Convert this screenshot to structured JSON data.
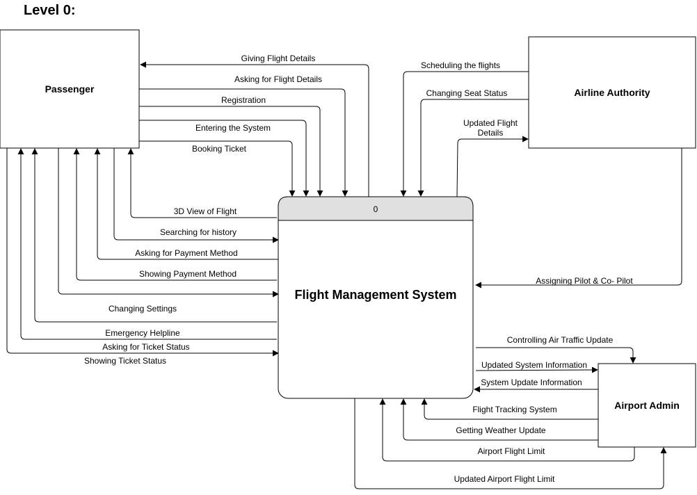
{
  "heading": "Level 0:",
  "process": {
    "id": "0",
    "title": "Flight Management System"
  },
  "entities": {
    "passenger": "Passenger",
    "airline_authority": "Airline Authority",
    "airport_admin": "Airport Admin"
  },
  "flows": [
    {
      "key": "giving-flight-details",
      "label": "Giving Flight Details"
    },
    {
      "key": "asking-for-flight-details",
      "label": "Asking for Flight Details"
    },
    {
      "key": "registration",
      "label": "Registration"
    },
    {
      "key": "entering-the-system",
      "label": "Entering the System"
    },
    {
      "key": "booking-ticket",
      "label": "Booking Ticket"
    },
    {
      "key": "3d-view-of-flight",
      "label": "3D View of Flight"
    },
    {
      "key": "searching-for-history",
      "label": "Searching for history"
    },
    {
      "key": "asking-for-payment-method",
      "label": "Asking for Payment Method"
    },
    {
      "key": "showing-payment-method",
      "label": "Showing Payment Method"
    },
    {
      "key": "changing-settings",
      "label": "Changing Settings"
    },
    {
      "key": "emergency-helpline",
      "label": "Emergency Helpline"
    },
    {
      "key": "asking-for-ticket-status",
      "label": "Asking for Ticket Status"
    },
    {
      "key": "showing-ticket-status",
      "label": "Showing Ticket Status"
    },
    {
      "key": "scheduling-the-flights",
      "label": "Scheduling the flights"
    },
    {
      "key": "changing-seat-status",
      "label": "Changing Seat Status"
    },
    {
      "key": "updated-flight-details",
      "label": [
        "Updated Flight",
        "Details"
      ]
    },
    {
      "key": "assigning-pilot",
      "label": "Assigning Pilot & Co- Pilot"
    },
    {
      "key": "controlling-air-traffic-update",
      "label": "Controlling Air Traffic Update"
    },
    {
      "key": "updated-system-information",
      "label": "Updated System Information"
    },
    {
      "key": "system-update-information",
      "label": "System Update Information"
    },
    {
      "key": "flight-tracking-system",
      "label": "Flight Tracking System"
    },
    {
      "key": "getting-weather-update",
      "label": "Getting Weather Update"
    },
    {
      "key": "airport-flight-limit",
      "label": "Airport Flight Limit"
    },
    {
      "key": "updated-airport-flight-limit",
      "label": "Updated Airport Flight Limit"
    }
  ]
}
